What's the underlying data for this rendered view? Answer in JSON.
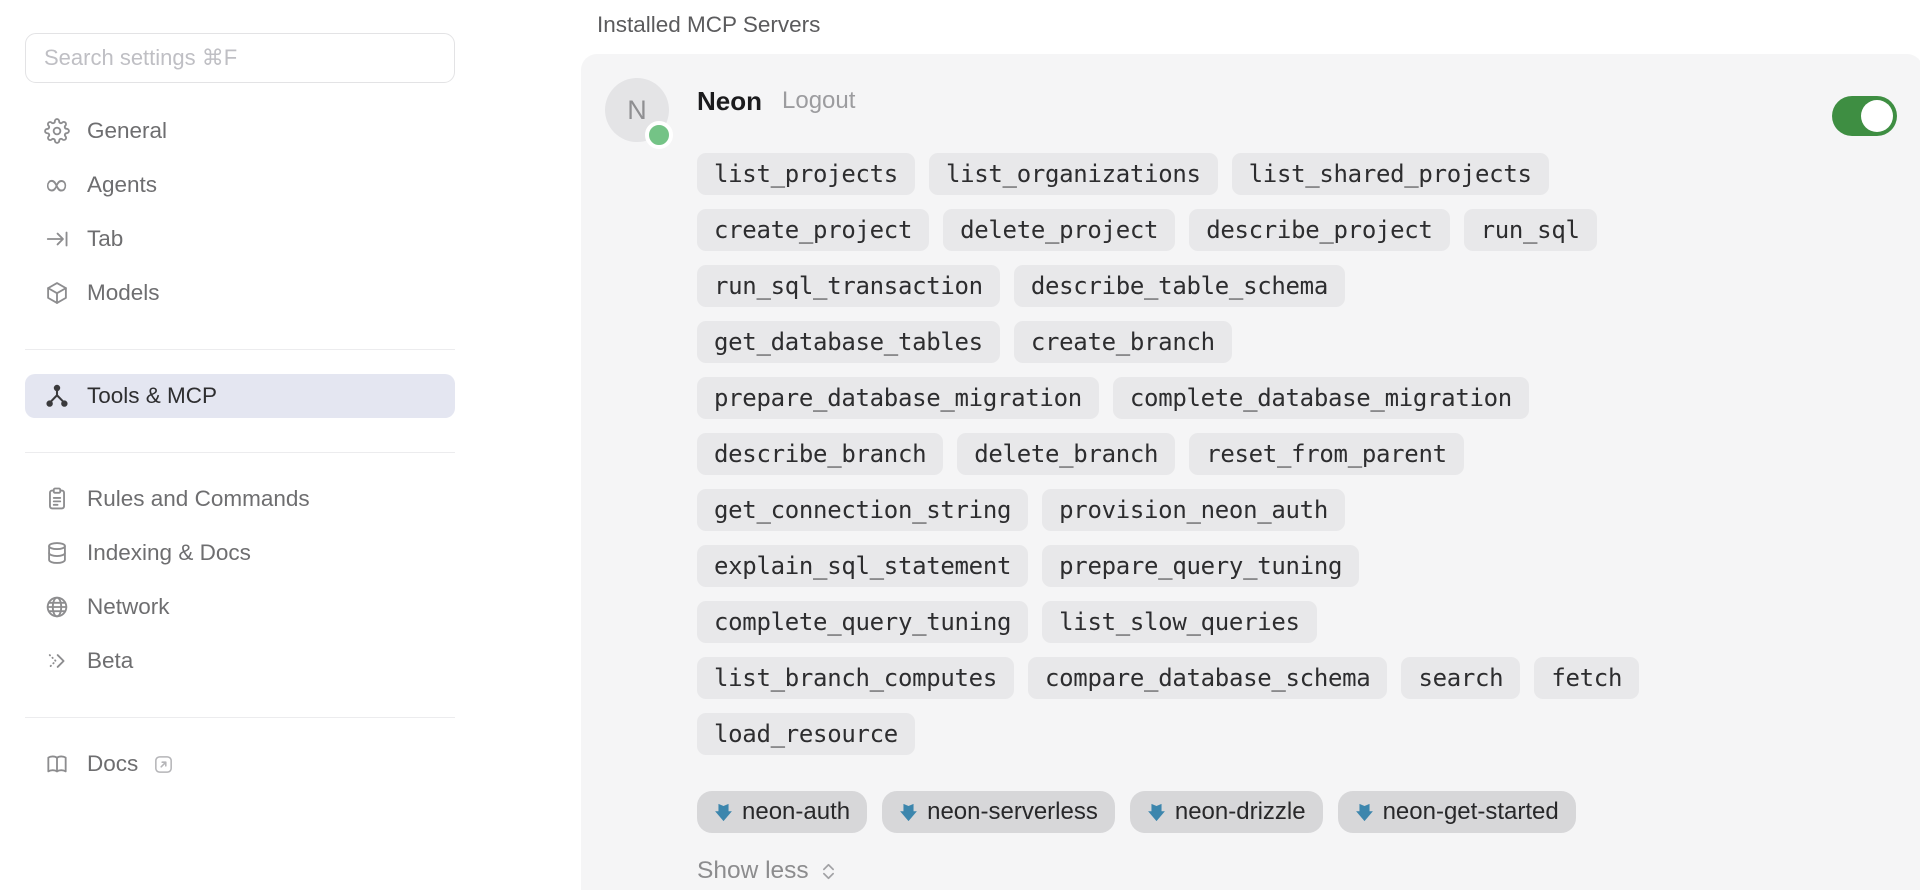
{
  "sidebar": {
    "search": {
      "placeholder": "Search settings ⌘F"
    },
    "items": [
      {
        "label": "General"
      },
      {
        "label": "Agents"
      },
      {
        "label": "Tab"
      },
      {
        "label": "Models"
      },
      {
        "label": "Tools & MCP",
        "selected": true
      },
      {
        "label": "Rules and Commands"
      },
      {
        "label": "Indexing & Docs"
      },
      {
        "label": "Network"
      },
      {
        "label": "Beta"
      },
      {
        "label": "Docs",
        "external": true
      }
    ]
  },
  "main": {
    "title": "Installed MCP Servers",
    "server": {
      "name": "Neon",
      "avatar_letter": "N",
      "logout_label": "Logout",
      "enabled": true,
      "status": "connected",
      "tool_rows": [
        [
          "list_projects",
          "list_organizations",
          "list_shared_projects"
        ],
        [
          "create_project",
          "delete_project",
          "describe_project",
          "run_sql"
        ],
        [
          "run_sql_transaction",
          "describe_table_schema"
        ],
        [
          "get_database_tables",
          "create_branch"
        ],
        [
          "prepare_database_migration",
          "complete_database_migration"
        ],
        [
          "describe_branch",
          "delete_branch",
          "reset_from_parent"
        ],
        [
          "get_connection_string",
          "provision_neon_auth"
        ],
        [
          "explain_sql_statement",
          "prepare_query_tuning"
        ],
        [
          "complete_query_tuning",
          "list_slow_queries"
        ],
        [
          "list_branch_computes",
          "compare_database_schema",
          "search",
          "fetch"
        ],
        [
          "load_resource"
        ]
      ],
      "resources": [
        "neon-auth",
        "neon-serverless",
        "neon-drizzle",
        "neon-get-started"
      ],
      "show_less_label": "Show less"
    }
  },
  "colors": {
    "toggle_on": "#3e8e42",
    "status_dot": "#74c386",
    "resource_icon": "#3c86ad",
    "selected_item_bg": "#e4e6f1",
    "card_bg": "#f5f5f6",
    "chip_bg": "#e8e8ea",
    "resource_chip_bg": "#d7d7d9"
  }
}
